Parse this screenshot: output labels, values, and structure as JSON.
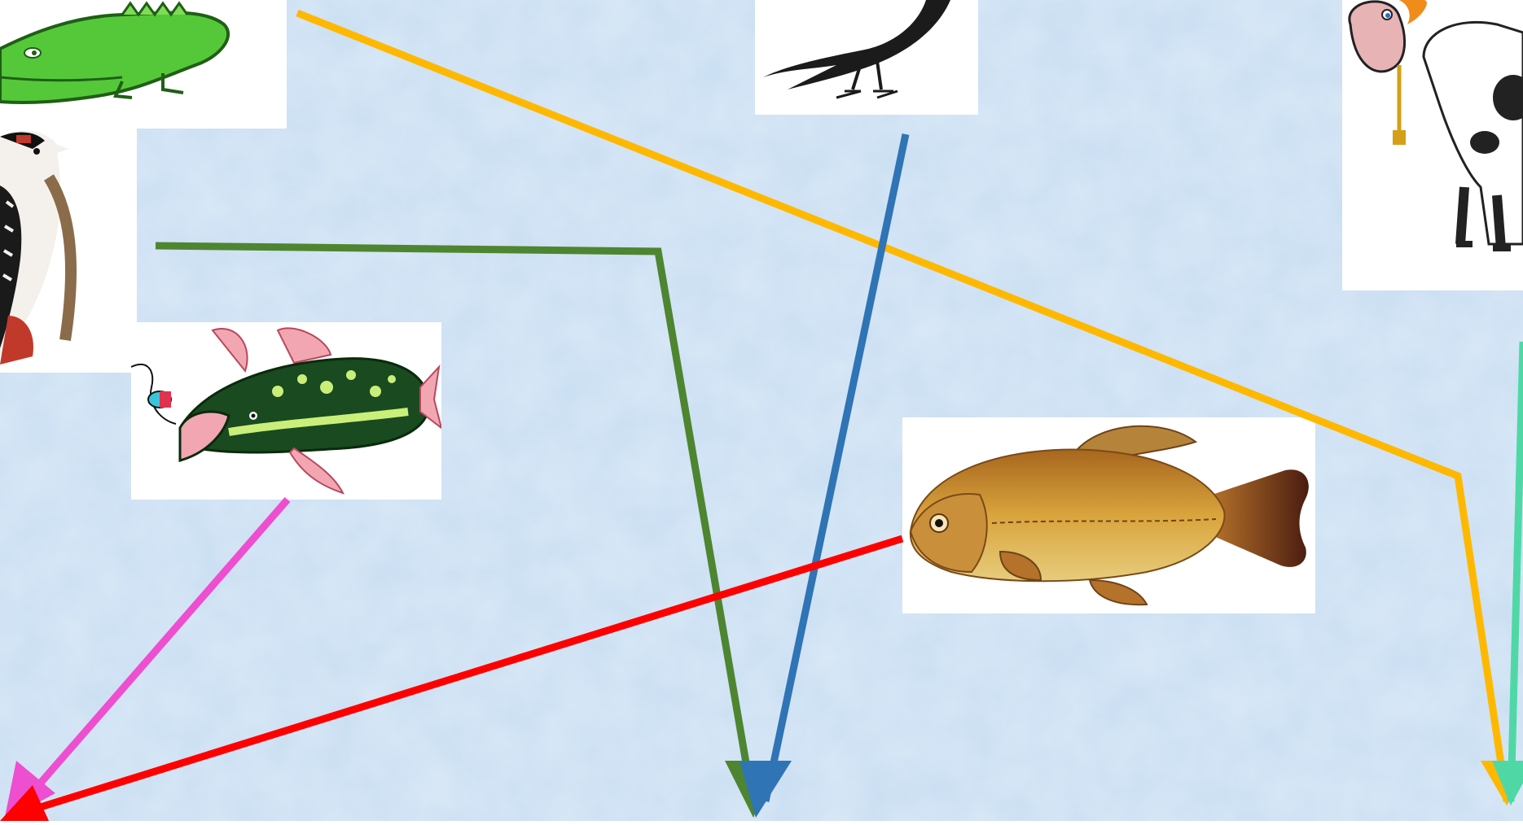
{
  "canvas": {
    "background": "#cfe3f4"
  },
  "pictures": {
    "crocodile": "crocodile-picture",
    "crow": "crow-picture",
    "cow": "cow-picture",
    "woodpecker": "woodpecker-picture",
    "pike": "pike-picture",
    "crucian": "crucian-carp-picture"
  },
  "arrow_colors": {
    "yellow": "#ffb800",
    "green": "#4e8530",
    "blue": "#2f74b5",
    "pink": "#ee4ed0",
    "red": "#ff0000",
    "teal": "#4fd8a6"
  }
}
